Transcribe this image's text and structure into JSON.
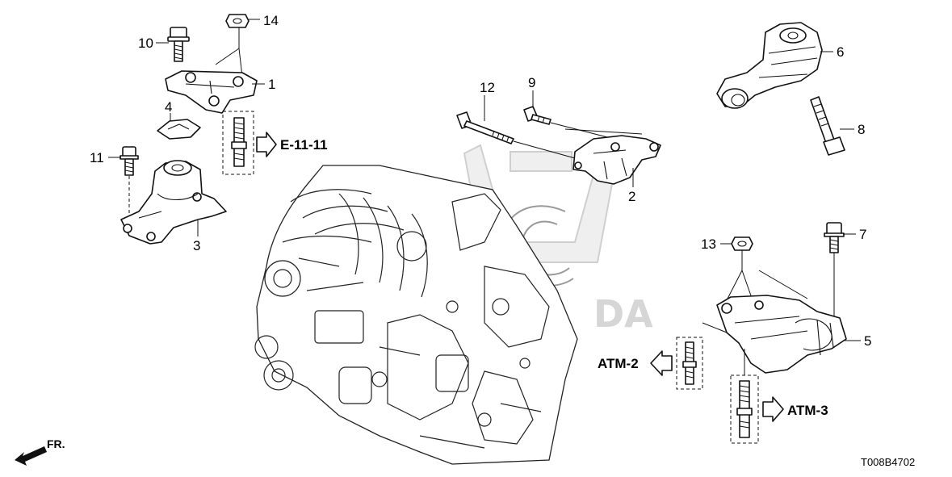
{
  "callouts": {
    "c1": "1",
    "c2": "2",
    "c3": "3",
    "c4": "4",
    "c5": "5",
    "c6": "6",
    "c7": "7",
    "c8": "8",
    "c9": "9",
    "c10": "10",
    "c11": "11",
    "c12": "12",
    "c13": "13",
    "c14": "14"
  },
  "references": {
    "e_11_11": "E-11-11",
    "atm_2": "ATM-2",
    "atm_3": "ATM-3"
  },
  "direction_label": "FR.",
  "diagram_code": "T008B4702",
  "watermark": {
    "brand_fragment": "DA"
  }
}
